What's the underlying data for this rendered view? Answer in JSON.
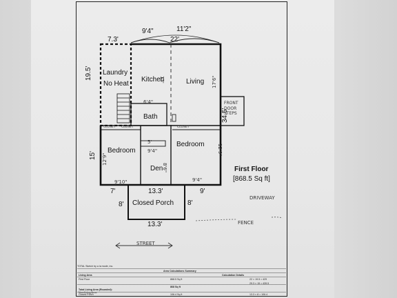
{
  "rooms": {
    "laundry": "Laundry",
    "no_heat": "No Heat",
    "kitchen": "Kitchen",
    "living": "Living",
    "bath": "Bath",
    "bedroom_left": "Bedroom",
    "bedroom_right": "Bedroom",
    "den": "Den",
    "closed_porch": "Closed Porch",
    "front_door_steps": "FRONT DOOR STEPS"
  },
  "dims": {
    "laundry_w": "7.3'",
    "kitchen_w": "9'4\"",
    "total_w": "22'",
    "living_w": "11'2\"",
    "laundry_h": "19.5'",
    "kitchen_h": "13'",
    "living_h": "17'6\"",
    "bath_w": "6'4\"",
    "right_h": "34.5'",
    "closet_small": "5'",
    "left_h": "15'",
    "left_bed_h": "12'9\"",
    "den_w": "9'4\"",
    "den_h": "8'6\"",
    "right_bed_h": "12'9\"",
    "left_bed_w": "9'10\"",
    "right_bed_w": "9'4\"",
    "bottom_left": "7'",
    "porch_w_top": "13.3'",
    "bottom_right": "9'",
    "porch_h_left": "8'",
    "porch_h_right": "8'",
    "porch_w_bottom": "13.3'"
  },
  "closet_labels": {
    "closet_left": "CLOSET",
    "closet_mid": "CLOSET",
    "closet_right": "CLOSET"
  },
  "floor": {
    "title": "First Floor",
    "area": "[868.5 Sq ft]"
  },
  "notes": {
    "driveway": "DRIVEWAY",
    "fence": "FENCE",
    "street": "STREET"
  },
  "summary": {
    "footer_credit": "TOTAL Sketch by a la mode, inc.",
    "title": "Area Calculations Summary",
    "calc_title": "Calculation Details",
    "living_area": "Living Area",
    "first_floor": "First Floor",
    "first_floor_val": "868.5 Sq ft",
    "calc_line1": "22 × 19.5 = 429",
    "calc_line2": "29.3 × 15 = 439.5",
    "total_val": "868 Sq ft",
    "total_living": "Total Living Area (Rounded):",
    "non_living": "Non-living Area",
    "closed_porch": "Closed Porch",
    "porch_val": "106.4 Sq ft",
    "porch_calc": "13.3 × 8 = 106.4"
  }
}
